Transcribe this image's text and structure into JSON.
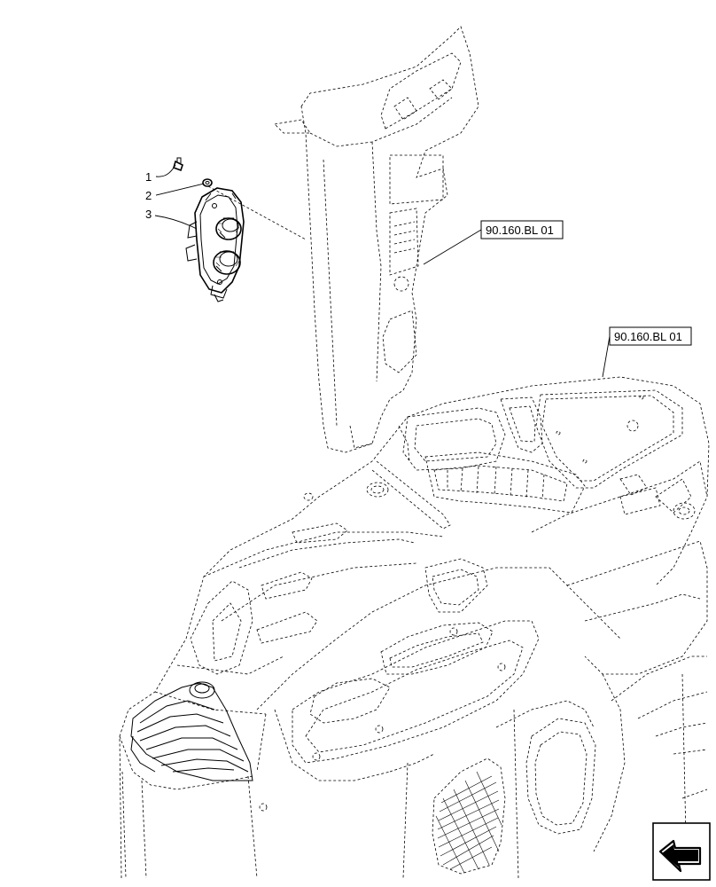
{
  "callouts": {
    "item1": "1",
    "item2": "2",
    "item3": "3"
  },
  "references": {
    "ref_upper": "90.160.BL 01",
    "ref_lower": "90.160.BL 01"
  },
  "icons": {
    "navigation": "next-page-arrow-icon"
  }
}
